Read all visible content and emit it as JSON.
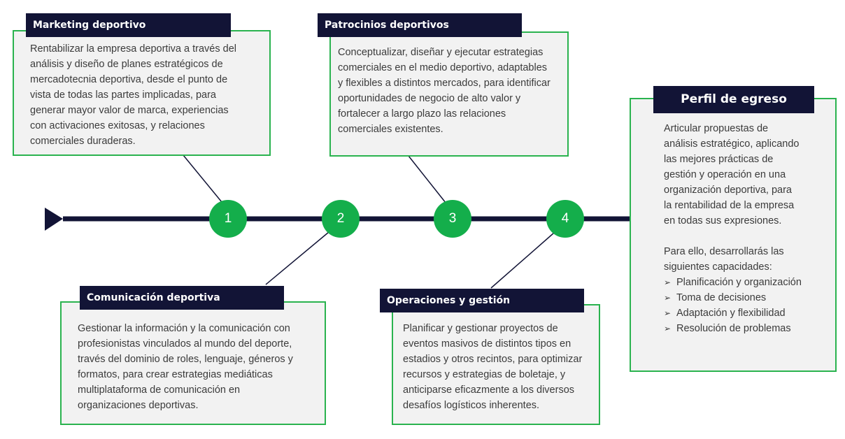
{
  "nodes": [
    {
      "number": "1"
    },
    {
      "number": "2"
    },
    {
      "number": "3"
    },
    {
      "number": "4"
    }
  ],
  "cards": {
    "marketing": {
      "title": "Marketing deportivo",
      "lines": [
        "Rentabilizar la empresa deportiva a través del",
        "análisis y diseño de planes estratégicos de",
        "mercadotecnia deportiva, desde el punto de",
        "vista de todas las partes implicadas, para",
        "generar mayor valor de marca, experiencias",
        "con activaciones exitosas, y relaciones",
        "comerciales duraderas."
      ]
    },
    "patrocinios": {
      "title": "Patrocinios deportivos",
      "lines": [
        "Conceptualizar, diseñar y ejecutar estrategias",
        "comerciales en el medio deportivo, adaptables",
        "y flexibles a distintos mercados, para identificar",
        "oportunidades de negocio de alto valor y",
        "fortalecer a largo plazo las relaciones",
        "comerciales existentes."
      ]
    },
    "comunicacion": {
      "title": "Comunicación deportiva",
      "lines": [
        "Gestionar la información y la comunicación con",
        "profesionistas vinculados al mundo del deporte,",
        "través del dominio de roles, lenguaje, géneros y",
        "formatos, para crear estrategias mediáticas",
        "multiplataforma de comunicación en",
        "organizaciones deportivas."
      ]
    },
    "operaciones": {
      "title": "Operaciones y gestión",
      "lines": [
        "Planificar y gestionar proyectos de",
        "eventos masivos de distintos tipos en",
        "estadios y otros recintos, para optimizar",
        "recursos y estrategias de boletaje, y",
        "anticiparse eficazmente a los diversos",
        "desafíos logísticos inherentes."
      ]
    }
  },
  "perfil": {
    "title": "Perfil de egreso",
    "lines": [
      "Articular propuestas de",
      "análisis estratégico, aplicando",
      "las mejores prácticas de",
      "gestión y operación en una",
      "organización deportiva, para",
      "la rentabilidad de la empresa",
      "en todas sus expresiones."
    ],
    "lead": [
      "Para ello, desarrollarás las",
      "siguientes capacidades:"
    ],
    "skills": [
      "Planificación y organización",
      "Toma de decisiones",
      "Adaptación y flexibilidad",
      "Resolución de problemas"
    ]
  },
  "colors": {
    "navy": "#121436",
    "green": "#14ae4b",
    "border_green": "#2ab34f",
    "box_fill": "#f2f2f2",
    "text": "#3b3b3b"
  }
}
